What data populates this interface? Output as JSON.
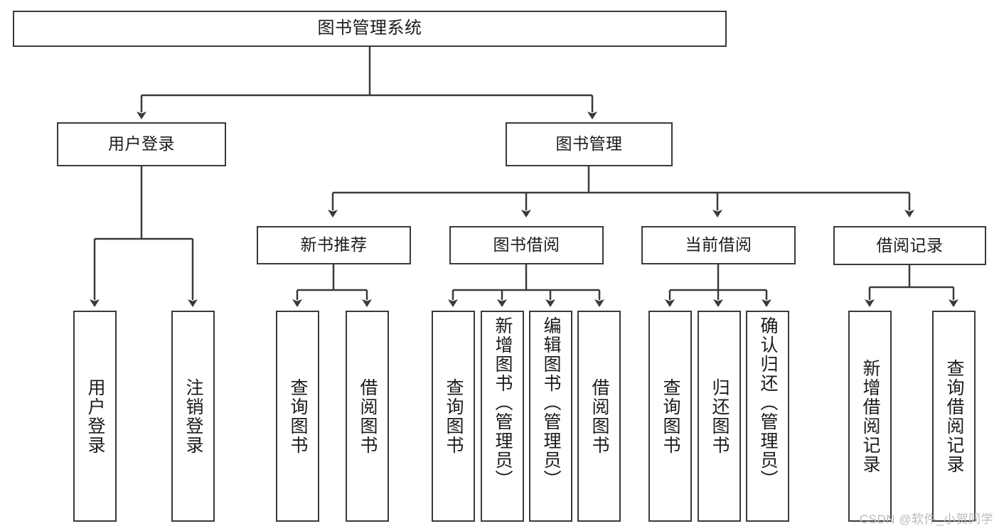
{
  "diagram": {
    "title": "图书管理系统",
    "type": "tree",
    "root": {
      "label": "图书管理系统"
    },
    "level2": [
      {
        "label": "用户登录"
      },
      {
        "label": "图书管理"
      }
    ],
    "level3": [
      {
        "label": "新书推荐"
      },
      {
        "label": "图书借阅"
      },
      {
        "label": "当前借阅"
      },
      {
        "label": "借阅记录"
      }
    ],
    "leaves": {
      "user_login": [
        {
          "label": "用户登录"
        },
        {
          "label": "注销登录"
        }
      ],
      "new_book_recommend": [
        {
          "label": "查询图书"
        },
        {
          "label": "借阅图书"
        }
      ],
      "book_borrow": [
        {
          "label": "查询图书"
        },
        {
          "label": "新增图书（管理员）"
        },
        {
          "label": "编辑图书（管理员）"
        },
        {
          "label": "借阅图书"
        }
      ],
      "current_borrow": [
        {
          "label": "查询图书"
        },
        {
          "label": "归还图书"
        },
        {
          "label": "确认归还（管理员）"
        }
      ],
      "borrow_record": [
        {
          "label": "新增借阅记录"
        },
        {
          "label": "查询借阅记录"
        }
      ]
    }
  },
  "watermark": {
    "text": "CSDN @软件_小贺同学"
  },
  "colors": {
    "stroke": "#3a3a3a",
    "fill": "#ffffff",
    "text": "#1b1b1b",
    "watermark": "#b9b9b9"
  }
}
